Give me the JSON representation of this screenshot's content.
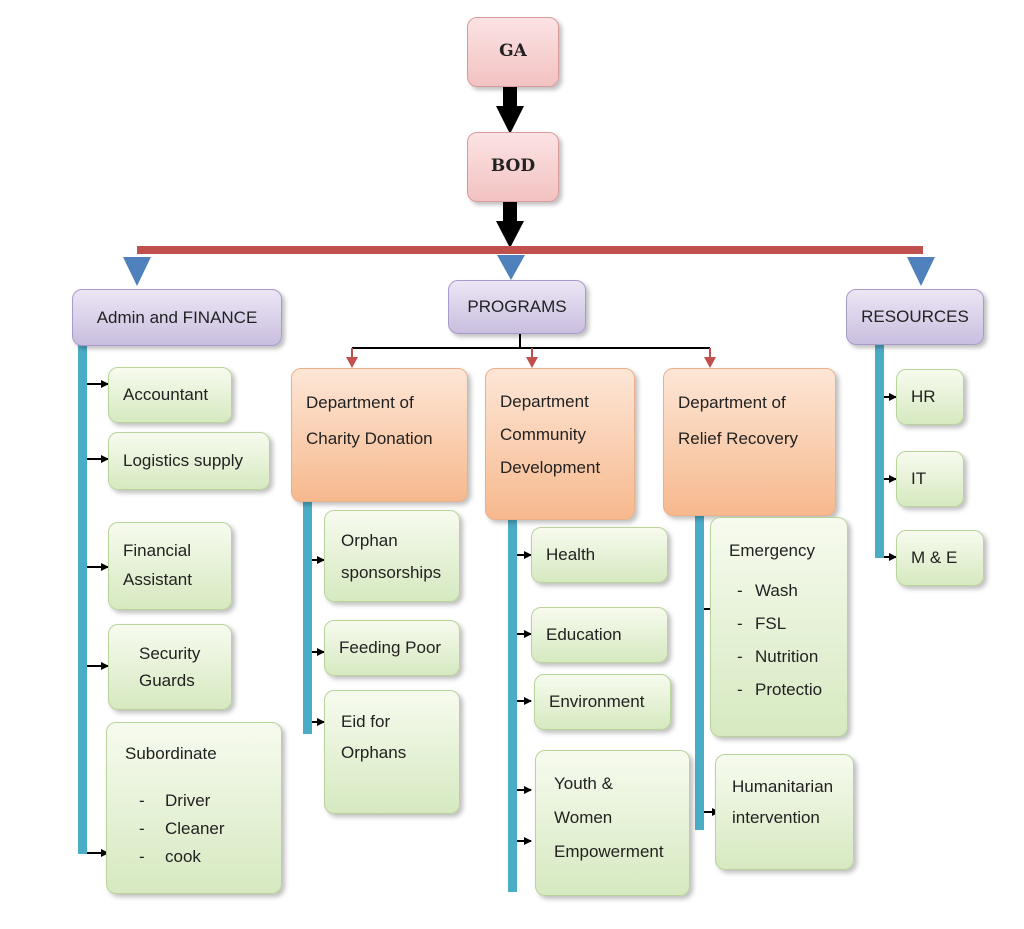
{
  "top": {
    "ga": "GA",
    "bod": "BOD"
  },
  "columns": {
    "admin": {
      "title": "Admin and FINANCE",
      "items": [
        "Accountant",
        "Logistics supply",
        "Financial Assistant",
        "Security Guards"
      ],
      "subordinate": {
        "title": "Subordinate",
        "bullet": "-",
        "items": [
          "Driver",
          "Cleaner",
          "cook"
        ]
      }
    },
    "programs": {
      "title": "PROGRAMS",
      "departments": [
        {
          "lines": [
            "Department of",
            "Charity Donation"
          ],
          "items": [
            [
              "Orphan",
              "sponsorships"
            ],
            [
              "Feeding Poor"
            ],
            [
              "Eid for",
              "Orphans"
            ]
          ]
        },
        {
          "lines": [
            "Department",
            "Community",
            "Development"
          ],
          "items": [
            [
              "Health"
            ],
            [
              "Education"
            ],
            [
              "Environment"
            ],
            [
              "Youth &",
              "Women",
              "Empowerment"
            ]
          ]
        },
        {
          "lines": [
            "Department of",
            "Relief Recovery"
          ],
          "emergency": {
            "title": "Emergency",
            "bullet": "-",
            "items": [
              "Wash",
              "FSL",
              "Nutrition",
              "Protectio"
            ]
          },
          "items": [
            [
              "Humanitarian",
              "intervention"
            ]
          ]
        }
      ]
    },
    "resources": {
      "title": "RESOURCES",
      "items": [
        "HR",
        "IT",
        "M & E"
      ]
    }
  },
  "colors": {
    "top_box": "#f3c2c2",
    "column_header": "#c9bedf",
    "department": "#f7b98e",
    "leaf": "#d6e9c0",
    "main_bar": "#c0504d",
    "column_arrow": "#4f81bd",
    "vertical_bar": "#4bacc6",
    "dept_arrow": "#c0504d"
  }
}
